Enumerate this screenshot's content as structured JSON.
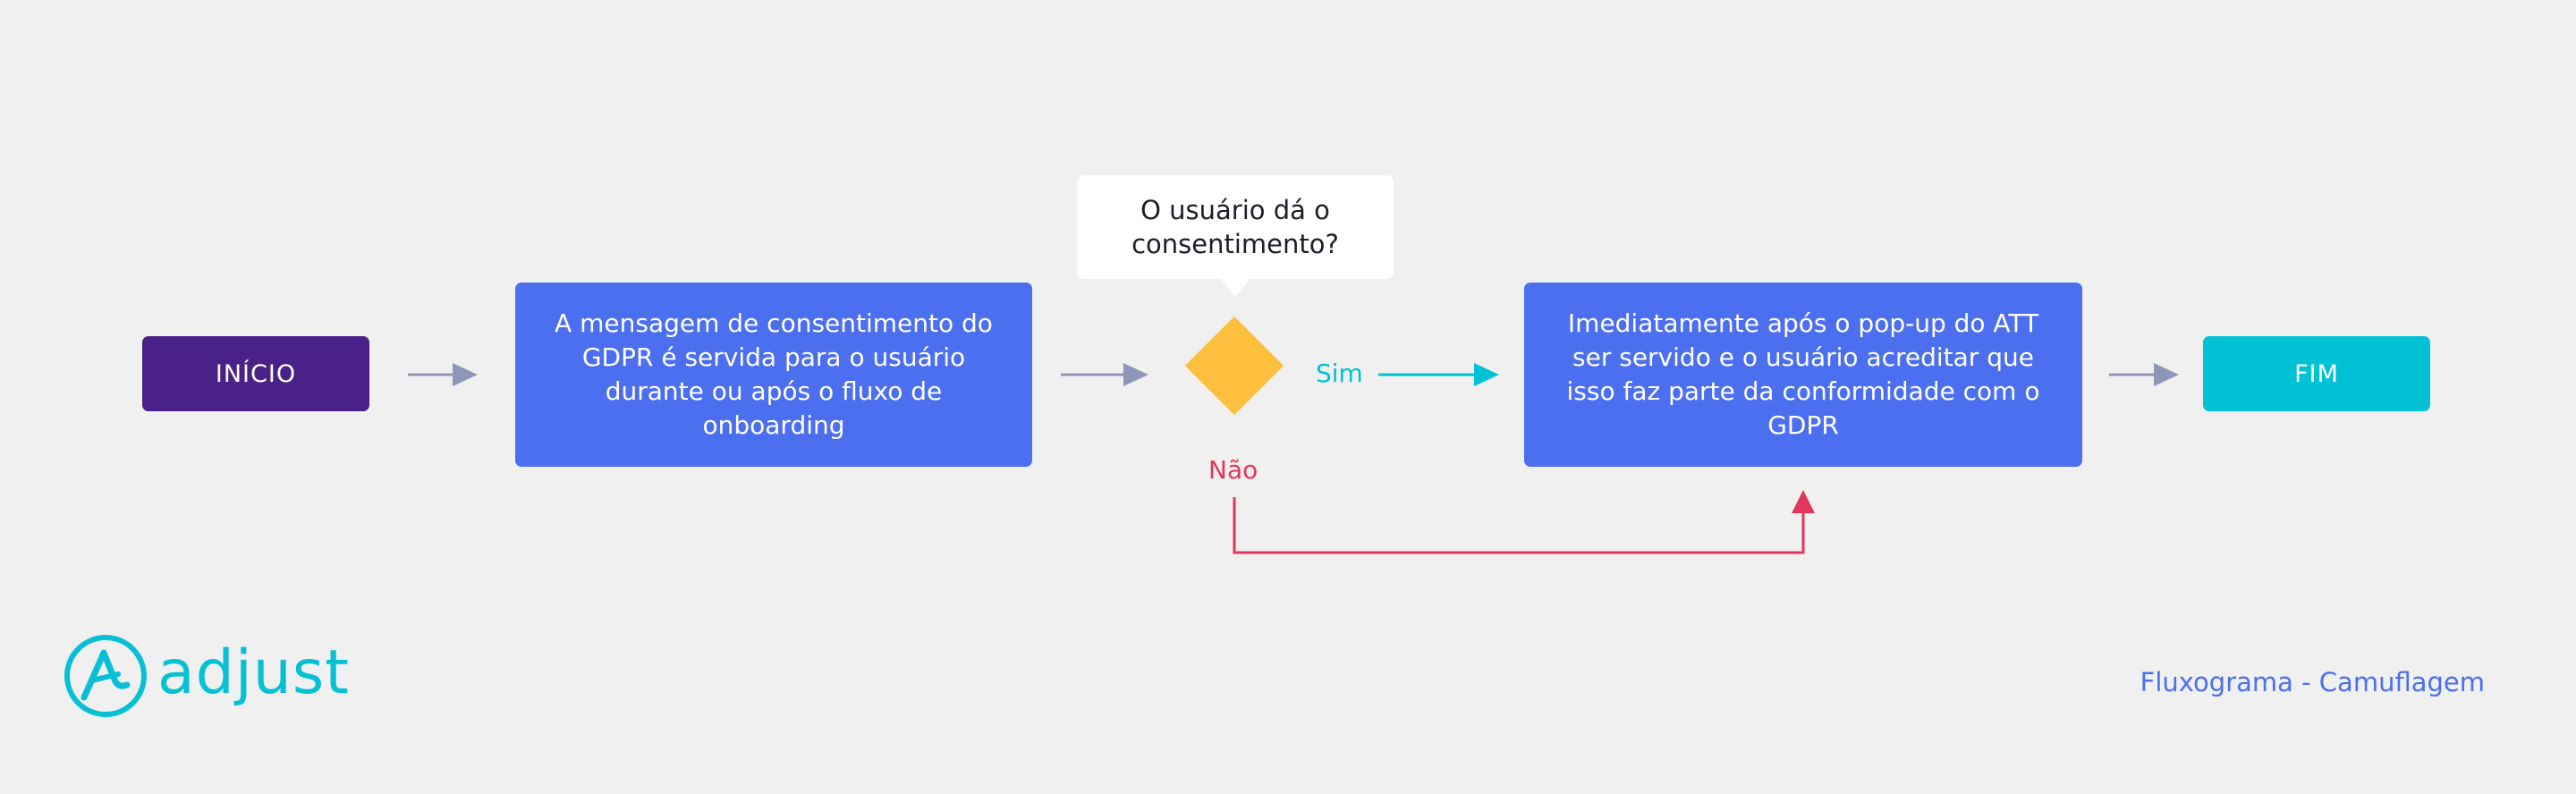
{
  "flowchart": {
    "start_label": "INÍCIO",
    "end_label": "FIM",
    "step_1": "A mensagem de consentimento do GDPR é servida para o usuário durante ou após o fluxo de onboarding",
    "question": "O usuário dá o consentimento?",
    "yes_label": "Sim",
    "no_label": "Não",
    "step_2": "Imediatamente após o pop-up do ATT ser servido e o usuário acreditar que isso faz parte da conformidade com o GDPR"
  },
  "branding": {
    "logo_text": "adjust",
    "logo_icon": "adjust-logo-icon"
  },
  "caption": "Fluxograma - Camuflagem",
  "colors": {
    "background": "#f0f0f0",
    "start": "#4a2287",
    "process": "#4c6ff0",
    "decision": "#fcc03e",
    "end": "#02c1d5",
    "yes_path": "#02c1d5",
    "no_path": "#e0385a",
    "neutral_arrow": "#8f97b8"
  }
}
